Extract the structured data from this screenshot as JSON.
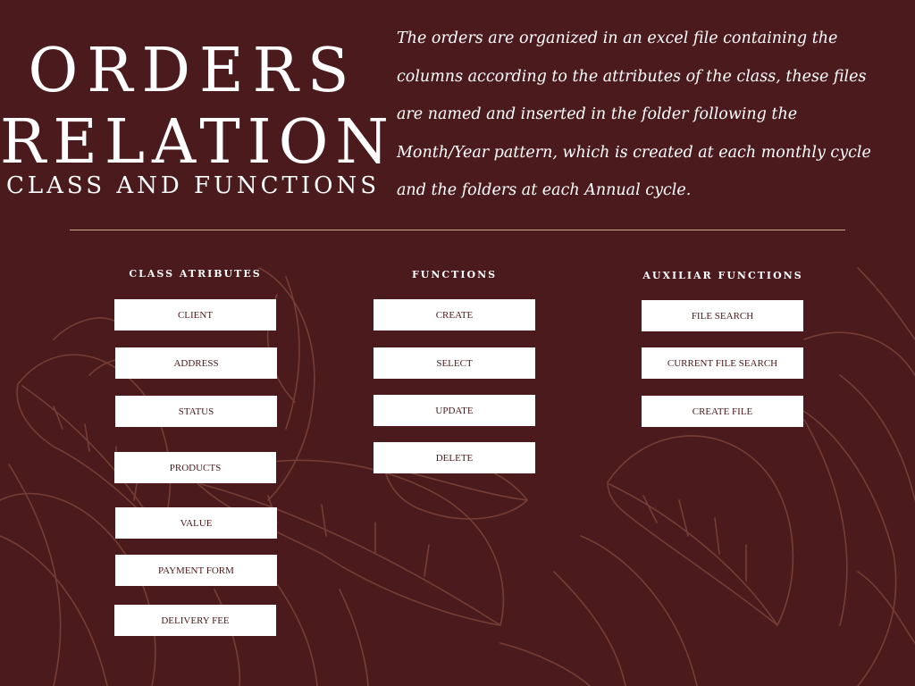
{
  "title": {
    "line1": "ORDERS",
    "line2": "RELATION",
    "line3": "CLASS AND FUNCTIONS"
  },
  "description": "The orders are organized in an excel file containing the columns according to the attributes of the class, these files are named and inserted in the folder following the Month/Year pattern,  which is created at each monthly cycle and the folders at each Annual cycle.",
  "columns": {
    "attributes": {
      "heading": "CLASS ATRIBUTES",
      "items": [
        "CLIENT",
        "ADDRESS",
        "STATUS",
        "PRODUCTS",
        "VALUE",
        "PAYMENT FORM",
        "DELIVERY FEE"
      ]
    },
    "functions": {
      "heading": "FUNCTIONS",
      "items": [
        "CREATE",
        "SELECT",
        "UPDATE",
        "DELETE"
      ]
    },
    "auxiliar": {
      "heading": "AUXILIAR FUNCTIONS",
      "items": [
        "FILE SEARCH",
        "CURRENT FILE SEARCH",
        "CREATE FILE"
      ]
    }
  },
  "colors": {
    "background": "#4a1a1c",
    "box": "#ffffff",
    "box_text": "#4a1a1c",
    "divider": "#c9a98a",
    "leaf_outline": "#8a4a40"
  }
}
